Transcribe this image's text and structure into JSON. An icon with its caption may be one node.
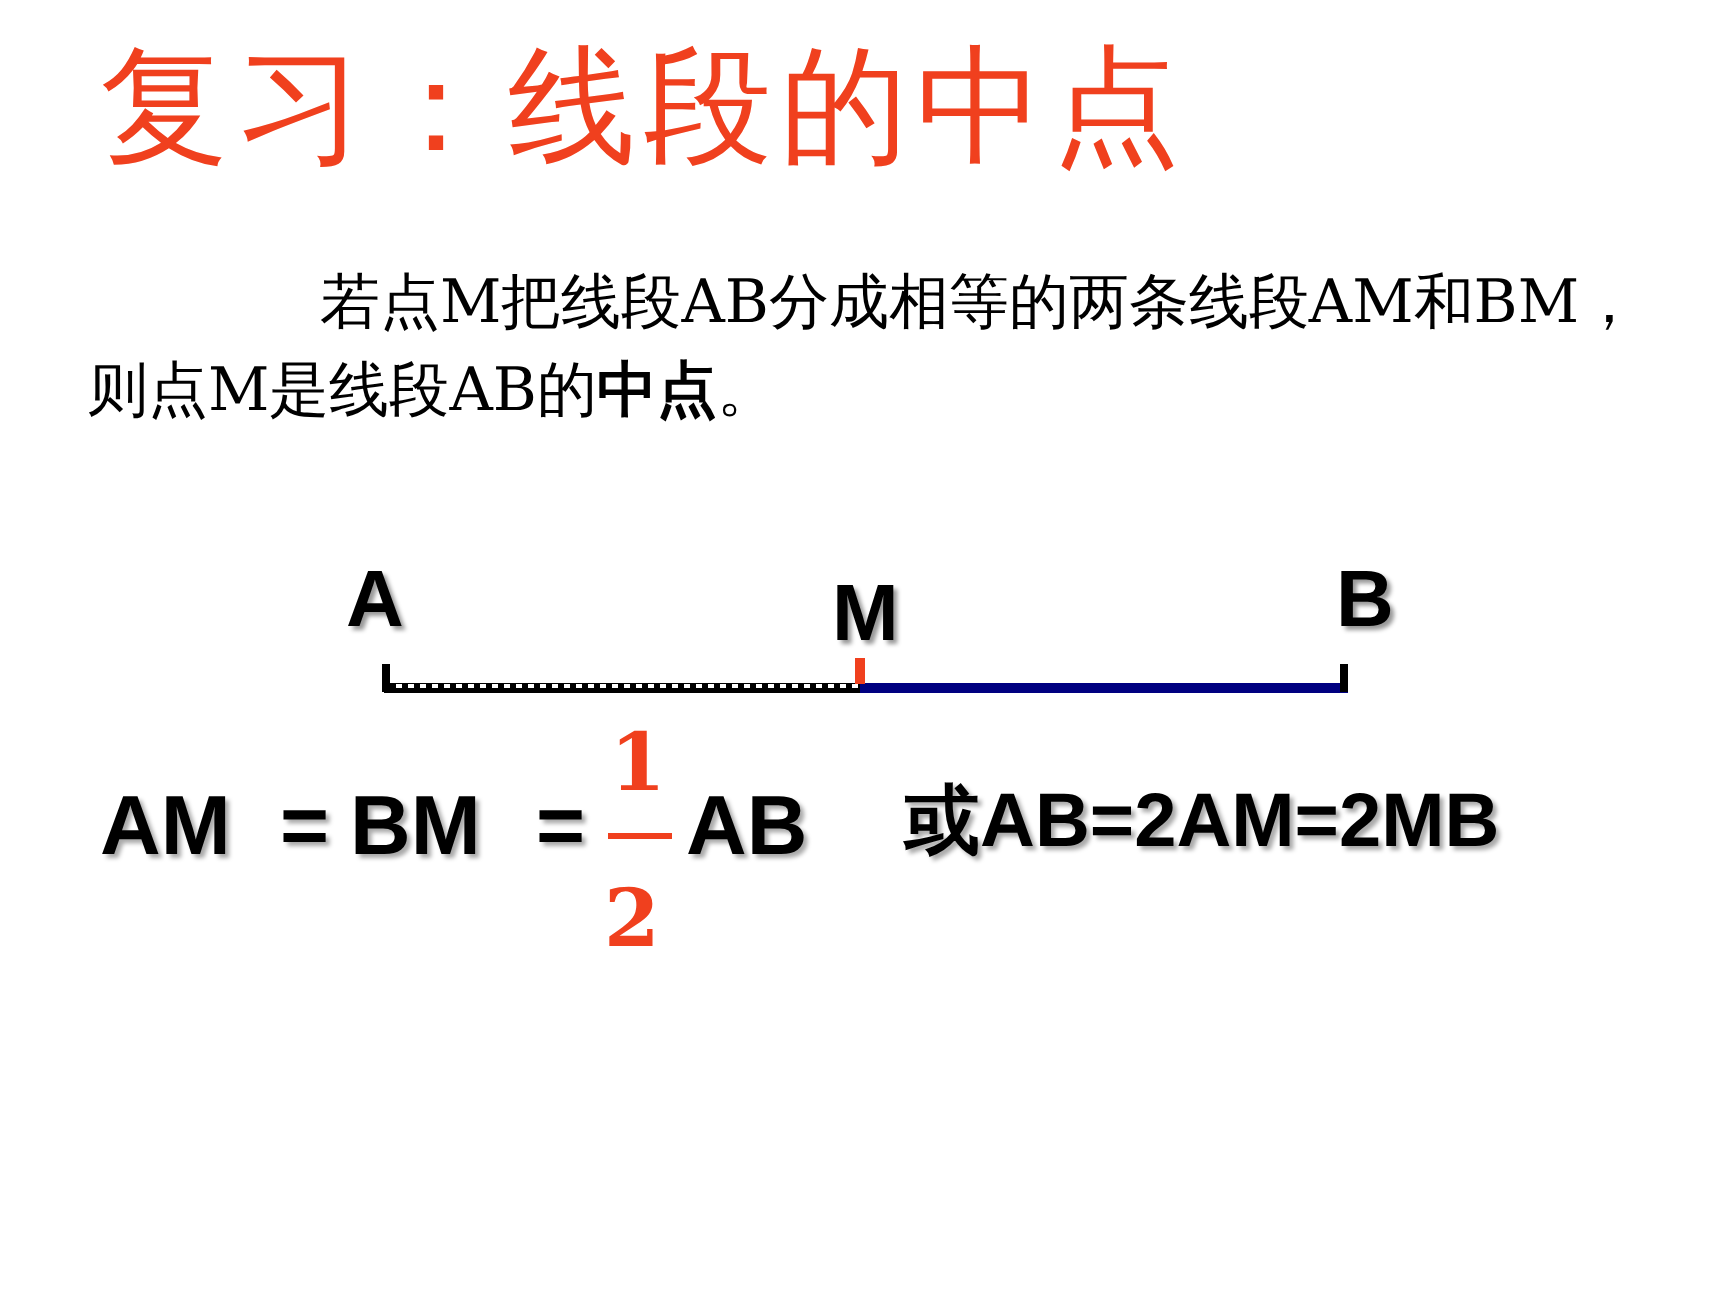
{
  "diagram": {
    "title": "复习：线段的中点",
    "labels": [
      "若点M把线段AB分成相等的两条线段AM和BM，则点M是线段AB的**中点**。",
      "A",
      "M",
      "B",
      "AM",
      "=",
      "BM",
      "=",
      "1",
      "2",
      "AB",
      "或AB=2AM=2MB"
    ]
  }
}
